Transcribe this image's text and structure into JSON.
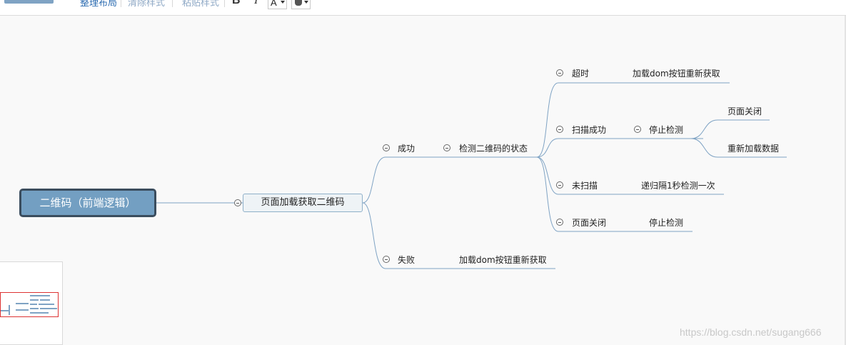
{
  "toolbar": {
    "arrange_layout": "整理布局",
    "clear_style": "清除样式",
    "paste_style": "粘贴样式",
    "bold": "B",
    "italic": "I",
    "font_color": "A"
  },
  "mindmap": {
    "root": "二维码（前端逻辑）",
    "main": "页面加载获取二维码",
    "success": "成功",
    "detect_state": "检测二维码的状态",
    "timeout": "超时",
    "timeout_action": "加载dom按钮重新获取",
    "scan_success": "扫描成功",
    "stop_detect": "停止检测",
    "page_close": "页面关闭",
    "reload_data": "重新加载数据",
    "not_scanned": "未扫描",
    "recursive_check": "递归隔1秒检测一次",
    "page_closed": "页面关闭",
    "stop_detect_2": "停止检测",
    "fail": "失败",
    "fail_action": "加载dom按钮重新获取"
  },
  "watermark": "https://blog.csdn.net/sugang666",
  "colors": {
    "root_fill": "#739fc2",
    "root_border": "#3b4d5e",
    "connector": "#7fa3c4",
    "minimap_frame": "#dd3333"
  }
}
